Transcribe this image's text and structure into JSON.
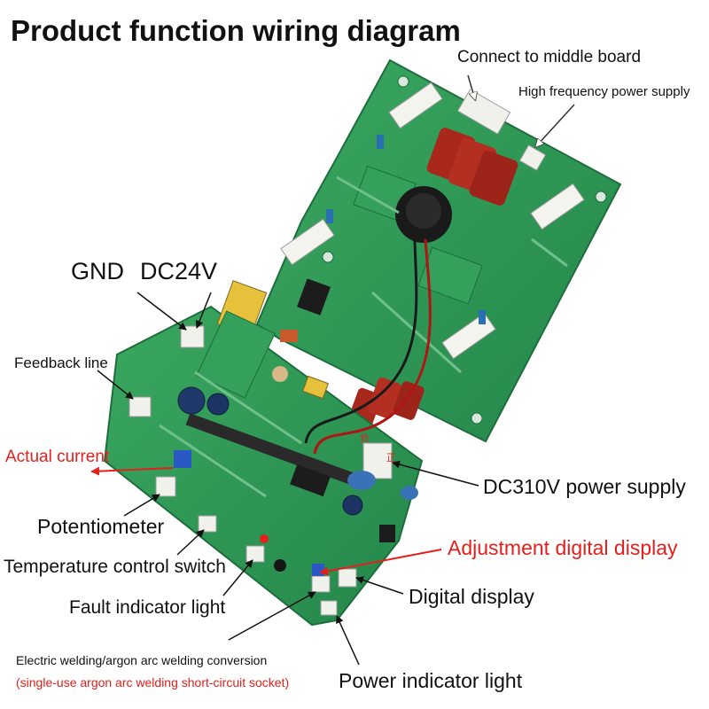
{
  "title": "Product function wiring diagram",
  "labels": {
    "connect_middle": "Connect to middle board",
    "high_frequency": "High frequency power supply",
    "gnd": "GND",
    "dc24v": "DC24V",
    "feedback": "Feedback line",
    "actual_current": "Actual current",
    "dc310v": "DC310V power supply",
    "potentiometer": "Potentiometer",
    "adjust_display": "Adjustment digital display",
    "temp_switch": "Temperature control switch",
    "digital_display": "Digital display",
    "fault_light": "Fault indicator light",
    "conversion": "Electric welding/argon arc welding conversion",
    "conversion_note": "(single-use argon arc welding short-circuit socket)",
    "power_light": "Power indicator light"
  },
  "board_marks": {
    "neg": "负",
    "pos": "正"
  },
  "colors": {
    "pcb": "#2f9a55",
    "pcb_light": "#44b569",
    "red_label": "#e3201b",
    "capacitor": "#a8281c"
  }
}
